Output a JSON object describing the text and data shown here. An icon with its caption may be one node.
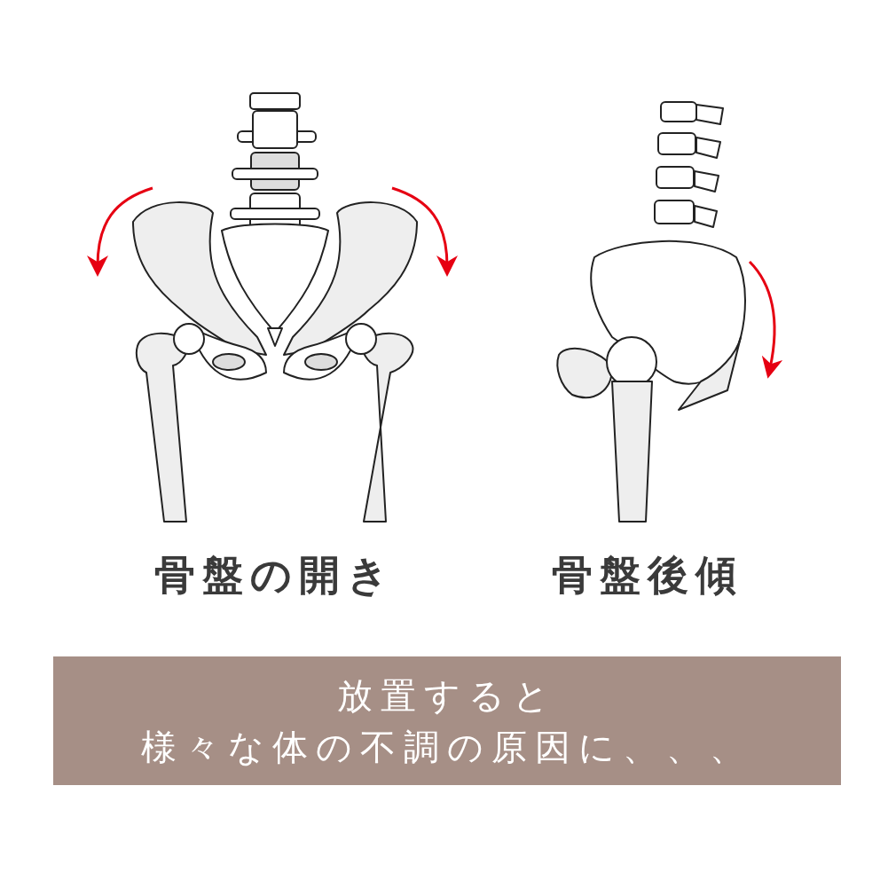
{
  "diagram": {
    "nodes": [
      {
        "text": [
          "放置すると",
          "様々な体の不調の原因に、、、"
        ]
      }
    ],
    "edges": [],
    "labels": [
      "骨盤の開き",
      "骨盤後傾"
    ]
  }
}
